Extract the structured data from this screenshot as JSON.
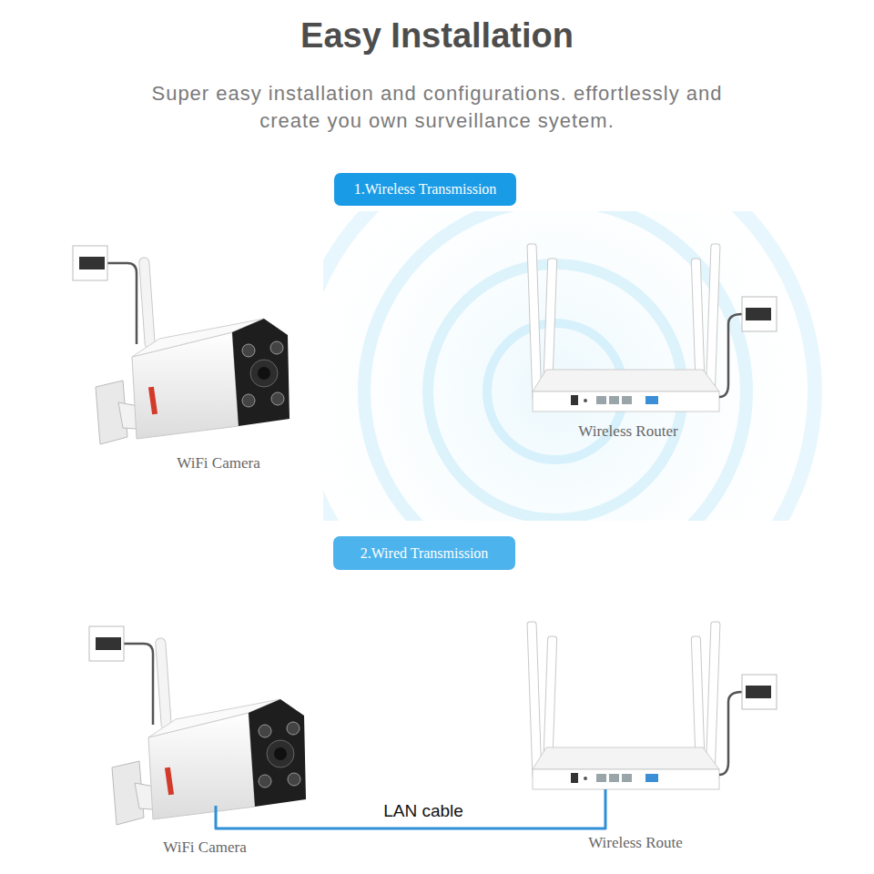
{
  "diagram": {
    "title": "Easy Installation",
    "nodes": [
      {
        "text": [
          "1.Wireless Transmission"
        ]
      },
      {
        "text": [
          "WiFi Camera"
        ]
      },
      {
        "text": [
          "Wireless Router"
        ]
      },
      {
        "text": [
          "2.Wired Transmission"
        ]
      },
      {
        "text": [
          "WiFi Camera"
        ]
      },
      {
        "text": [
          "Wireless Route"
        ]
      }
    ],
    "edges": [
      {
        "from": 4,
        "to": 5,
        "label": "LAN cable",
        "arrow": "none"
      }
    ],
    "labels": [
      "Super easy installation and configurations. effortlessly and create you own surveillance syetem."
    ]
  }
}
